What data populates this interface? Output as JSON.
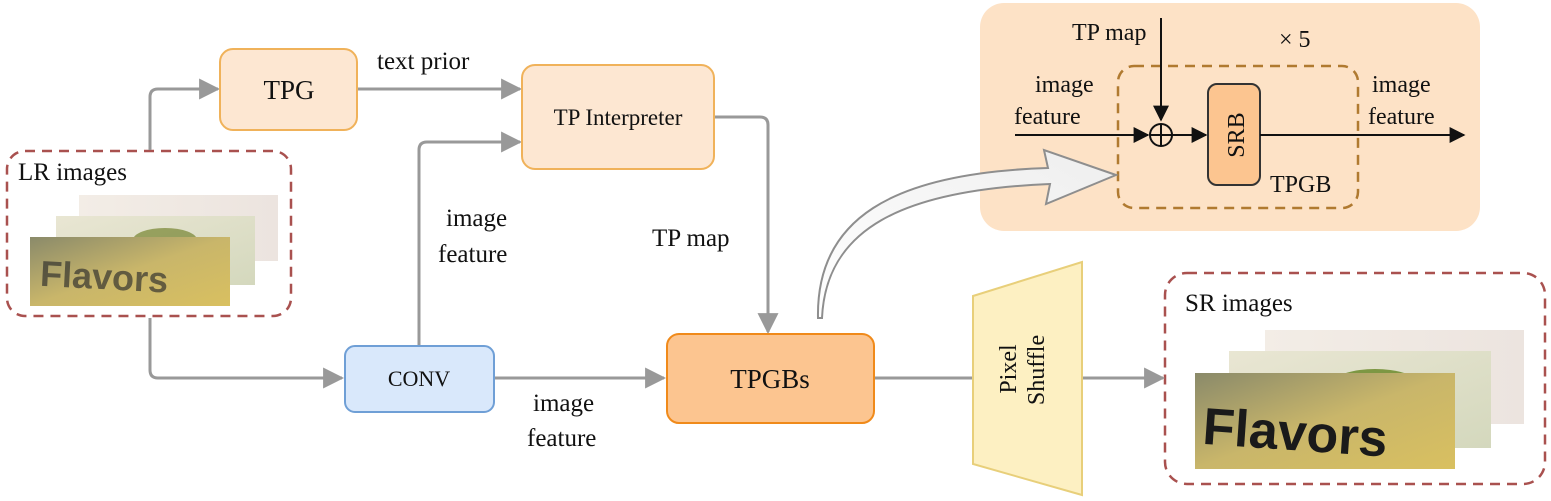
{
  "inputs": {
    "label": "LR images"
  },
  "outputs": {
    "label": "SR images"
  },
  "nodes": {
    "tpg": "TPG",
    "tp_interpreter": "TP Interpreter",
    "conv": "CONV",
    "tpgbs": "TPGBs",
    "pixel_shuffle": [
      "Pixel",
      "Shuffle"
    ]
  },
  "edge_labels": {
    "text_prior": "text prior",
    "image_feature_up": [
      "image",
      "feature"
    ],
    "tp_map": "TP map",
    "image_feature_bottom": [
      "image",
      "feature"
    ]
  },
  "detail": {
    "tp_map": "TP map",
    "repeat": "× 5",
    "image_feature_in": [
      "image",
      "feature"
    ],
    "image_feature_out": [
      "image",
      "feature"
    ],
    "srb": "SRB",
    "tpgb": "TPGB"
  },
  "sample_text": "Flavors",
  "colors": {
    "peach": "#fde7d2",
    "peach_border": "#f0b25a",
    "orange": "#fcc590",
    "orange_border": "#f08a1a",
    "blue": "#d9e8fb",
    "blue_border": "#6f9fd6",
    "yellow": "#fdf0c2",
    "detail_bg": "#fde2c6",
    "dashed_red": "#a9514f",
    "dashed_brown": "#b07a30",
    "arrow_gray": "#999999"
  }
}
